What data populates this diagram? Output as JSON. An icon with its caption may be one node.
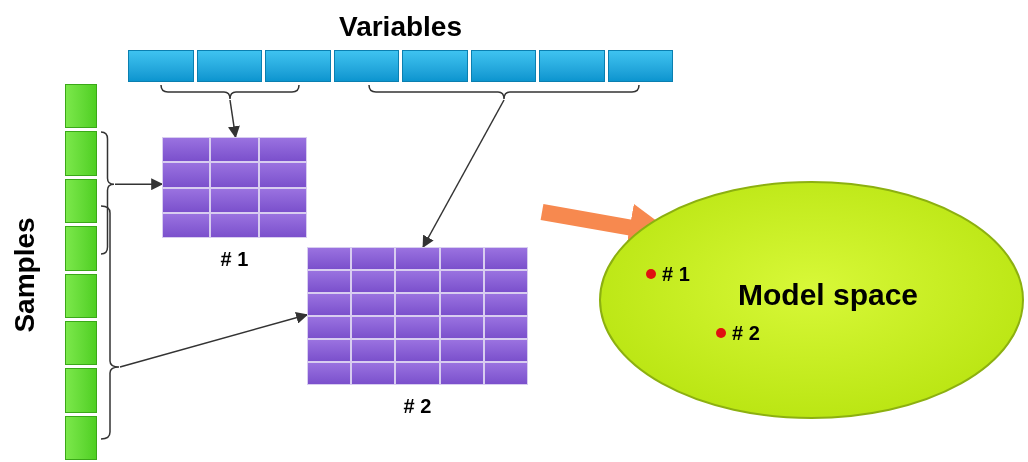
{
  "diagram": {
    "nodes": [
      {
        "text": [
          "Variables"
        ]
      },
      {
        "text": [],
        "shape": "bracket"
      },
      {
        "text": [],
        "shape": "bracket"
      },
      {
        "text": [
          "Samples"
        ]
      },
      {
        "text": [],
        "shape": "bracket"
      },
      {
        "text": [],
        "shape": "bracket"
      },
      {
        "text": [],
        "shape": "box",
        "beside": [
          "# 1"
        ]
      },
      {
        "text": [],
        "shape": "box",
        "beside": [
          "# 2"
        ]
      },
      {
        "text": [
          "Model space"
        ]
      },
      {
        "text": [
          "# 1"
        ],
        "in": 8
      },
      {
        "text": [
          "# 2"
        ],
        "in": 8
      }
    ],
    "edges": [
      {
        "from": 1,
        "to": 6,
        "arrow": "to"
      },
      {
        "from": 2,
        "to": 7,
        "arrow": "to"
      },
      {
        "from": 4,
        "to": 6,
        "arrow": "to"
      },
      {
        "from": 5,
        "to": 7,
        "arrow": "to"
      },
      {
        "from": null,
        "to": 8,
        "arrow": "to",
        "style": "thick",
        "color": "#f7894f"
      }
    ]
  }
}
